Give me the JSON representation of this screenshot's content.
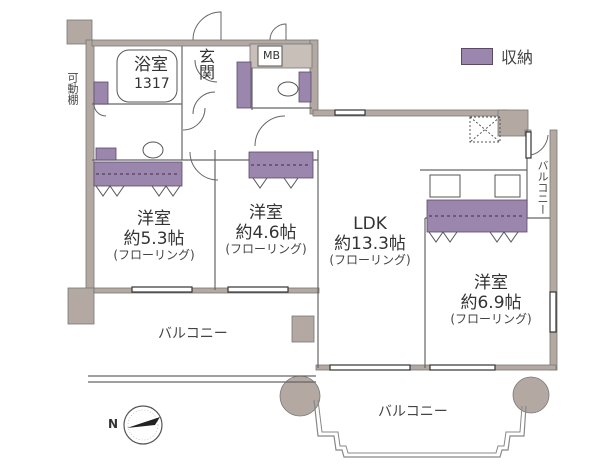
{
  "legend": {
    "swatch_color": "#9b86ad",
    "label": "収納"
  },
  "colors": {
    "wall": "#b3a9a2",
    "storage": "#9b86ad",
    "line": "#555555"
  },
  "rooms": {
    "bath": {
      "name": "浴室",
      "size": "1317"
    },
    "entrance": {
      "name": "玄関"
    },
    "mb": {
      "name": "MB"
    },
    "movable_shelf": {
      "name": "可動棚"
    },
    "western1": {
      "name": "洋室",
      "size": "約5.3帖",
      "floor": "(フローリング)"
    },
    "western2": {
      "name": "洋室",
      "size": "約4.6帖",
      "floor": "(フローリング)"
    },
    "ldk": {
      "name": "LDK",
      "size": "約13.3帖",
      "floor": "(フローリング)"
    },
    "western3": {
      "name": "洋室",
      "size": "約6.9帖",
      "floor": "(フローリング)"
    }
  },
  "balconies": {
    "west": "バルコニー",
    "south": "バルコニー",
    "east": "バルコニー"
  },
  "compass": {
    "north_label": "N"
  }
}
